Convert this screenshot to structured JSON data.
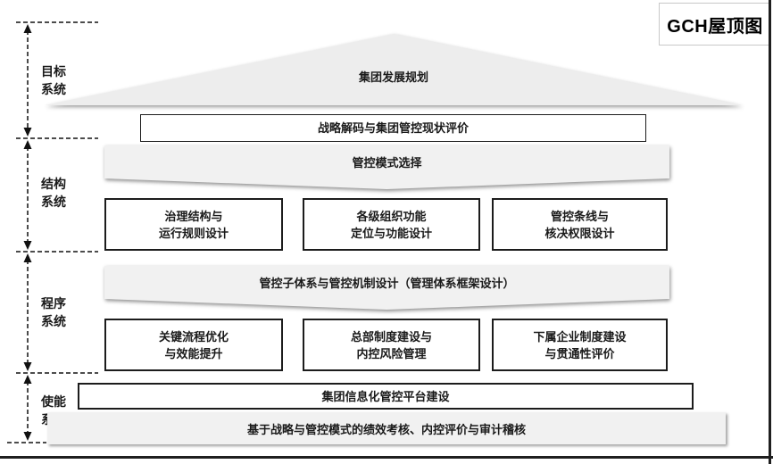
{
  "title": "GCH屋顶图",
  "left_rail": {
    "sections": [
      {
        "label": "目标\n系统"
      },
      {
        "label": "结构\n系统"
      },
      {
        "label": "程序\n系统"
      },
      {
        "label": "使能\n系统"
      }
    ]
  },
  "diagram": {
    "roof_label": "集团发展规划",
    "strategy_box_label": "战略解码与集团管控现状评价",
    "structure_banner_label": "管控模式选择",
    "structure_boxes": [
      {
        "line1": "治理结构与",
        "line2": "运行规则设计"
      },
      {
        "line1": "各级组织功能",
        "line2": "定位与功能设计"
      },
      {
        "line1": "管控条线与",
        "line2": "核决权限设计"
      }
    ],
    "procedure_banner_label": "管控子体系与管控机制设计（管理体系框架设计）",
    "procedure_boxes": [
      {
        "line1": "关键流程优化",
        "line2": "与效能提升"
      },
      {
        "line1": "总部制度建设与",
        "line2": "内控风险管理"
      },
      {
        "line1": "下属企业制度建设",
        "line2": "与贯通性评价"
      }
    ],
    "platform_box_label": "集团信息化管控平台建设",
    "performance_bar_label": "基于战略与管控模式的绩效考核、内控评价与审计稽核"
  },
  "colors": {
    "shape_fill": "#f0f0f0",
    "roof_fill": "#ededed",
    "border_dark": "#1c1c1c",
    "frame_line": "#1f1f1f",
    "title_border": "#c8c8c8"
  }
}
